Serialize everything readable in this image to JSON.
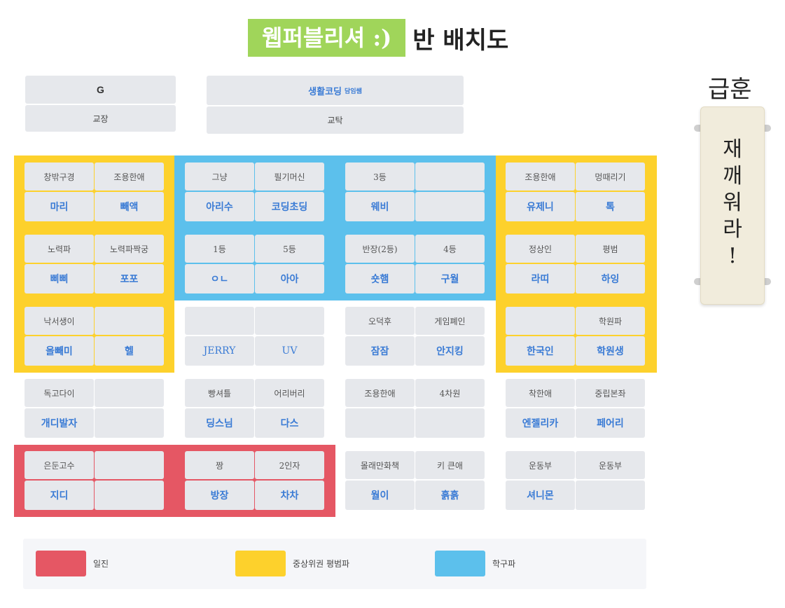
{
  "title": {
    "highlight": "웹퍼블리셔 :)",
    "rest": "반 배치도"
  },
  "scroll": {
    "title": "급훈",
    "text": "재\n깨\n워\n라\n!"
  },
  "top": {
    "principal": {
      "name": "G",
      "role": "교장"
    },
    "teacher": {
      "name": "생활코딩",
      "suffix": "담임쌤",
      "role": "교탁"
    }
  },
  "seats": [
    {
      "role": "창밖구경",
      "name": "마리"
    },
    {
      "role": "조용한애",
      "name": "빼액"
    },
    {
      "role": "그냥",
      "name": "아리수"
    },
    {
      "role": "필기머신",
      "name": "코딩초딩"
    },
    {
      "role": "3등",
      "name": "웨비"
    },
    {
      "role": "",
      "name": ""
    },
    {
      "role": "조용한애",
      "name": "유제니"
    },
    {
      "role": "멍때리기",
      "name": "톡"
    },
    {
      "role": "노력파",
      "name": "삐삐"
    },
    {
      "role": "노력파짝궁",
      "name": "포포"
    },
    {
      "role": "1등",
      "name": "ㅇㄴ"
    },
    {
      "role": "5등",
      "name": "아아"
    },
    {
      "role": "반장(2등)",
      "name": "숏햄"
    },
    {
      "role": "4등",
      "name": "구월"
    },
    {
      "role": "정상인",
      "name": "라띠"
    },
    {
      "role": "평범",
      "name": "하잉"
    },
    {
      "role": "낙서생이",
      "name": "올빼미"
    },
    {
      "role": "",
      "name": "헬"
    },
    {
      "role": "",
      "name": "JERRY"
    },
    {
      "role": "",
      "name": "UV"
    },
    {
      "role": "오덕후",
      "name": "잠잠"
    },
    {
      "role": "게임폐인",
      "name": "안지킹"
    },
    {
      "role": "",
      "name": "한국인"
    },
    {
      "role": "학원파",
      "name": "학원생"
    },
    {
      "role": "독고다이",
      "name": "개디발자"
    },
    {
      "role": "",
      "name": ""
    },
    {
      "role": "빵셔틀",
      "name": "딩스님"
    },
    {
      "role": "어리버리",
      "name": "다스"
    },
    {
      "role": "조용한애",
      "name": ""
    },
    {
      "role": "4차원",
      "name": ""
    },
    {
      "role": "착한애",
      "name": "엔젤리카"
    },
    {
      "role": "중립본좌",
      "name": "페어리"
    },
    {
      "role": "은둔고수",
      "name": "지디"
    },
    {
      "role": "",
      "name": ""
    },
    {
      "role": "짱",
      "name": "방장"
    },
    {
      "role": "2인자",
      "name": "차차"
    },
    {
      "role": "몰래만화책",
      "name": "월이"
    },
    {
      "role": "키 큰애",
      "name": "흙흙"
    },
    {
      "role": "운동부",
      "name": "셔니몬"
    },
    {
      "role": "운동부",
      "name": ""
    }
  ],
  "legend": [
    {
      "label": "일진",
      "color": "#e55764"
    },
    {
      "label": "중상위권 평범파",
      "color": "#fdd12c"
    },
    {
      "label": "학구파",
      "color": "#5cc0ec"
    }
  ],
  "colors": {
    "accent_green": "#a0d55a",
    "yellow": "#fdd12c",
    "blue": "#5cc0ec",
    "red": "#e55764",
    "name_text": "#3a7bd5"
  }
}
